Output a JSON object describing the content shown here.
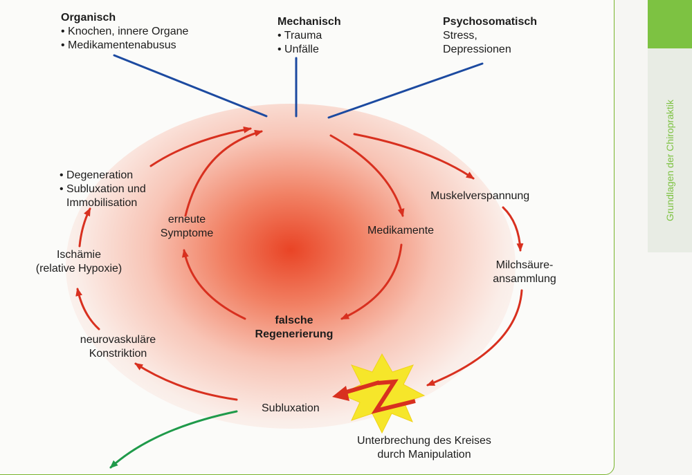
{
  "causes": {
    "organisch": {
      "title": "Organisch",
      "items": [
        "• Knochen, innere Organe",
        "• Medikamentenabusus"
      ]
    },
    "mechanisch": {
      "title": "Mechanisch",
      "items": [
        "• Trauma",
        "• Unfälle"
      ]
    },
    "psychosomatisch": {
      "title": "Psychosomatisch",
      "items": [
        "Stress,",
        "Depressionen"
      ]
    }
  },
  "cycle": {
    "muskelverspannung": "Muskelverspannung",
    "milchsaeure": [
      "Milchsäure-",
      "ansammlung"
    ],
    "subluxation": "Subluxation",
    "neurovaskulaer": [
      "neurovaskuläre",
      "Konstriktion"
    ],
    "ischaemie": [
      "Ischämie",
      "(relative Hypoxie)"
    ],
    "degeneration": [
      "• Degeneration",
      "• Subluxation und",
      "  Immobilisation"
    ]
  },
  "inner": {
    "erneute": [
      "erneute",
      "Symptome"
    ],
    "medikamente": "Medikamente",
    "falsche": [
      "falsche",
      "Regenerierung"
    ]
  },
  "manipulation": [
    "Unterbrechung des Kreises",
    "durch Manipulation"
  ],
  "sidebar": {
    "label": "Grundlagen der Chiropraktik"
  },
  "colors": {
    "cause_line": "#1c4aa0",
    "cycle_arrow": "#d8301f",
    "exit_arrow": "#1f9a4a",
    "accent_green": "#7dc242",
    "burst": "#f6e62a"
  }
}
